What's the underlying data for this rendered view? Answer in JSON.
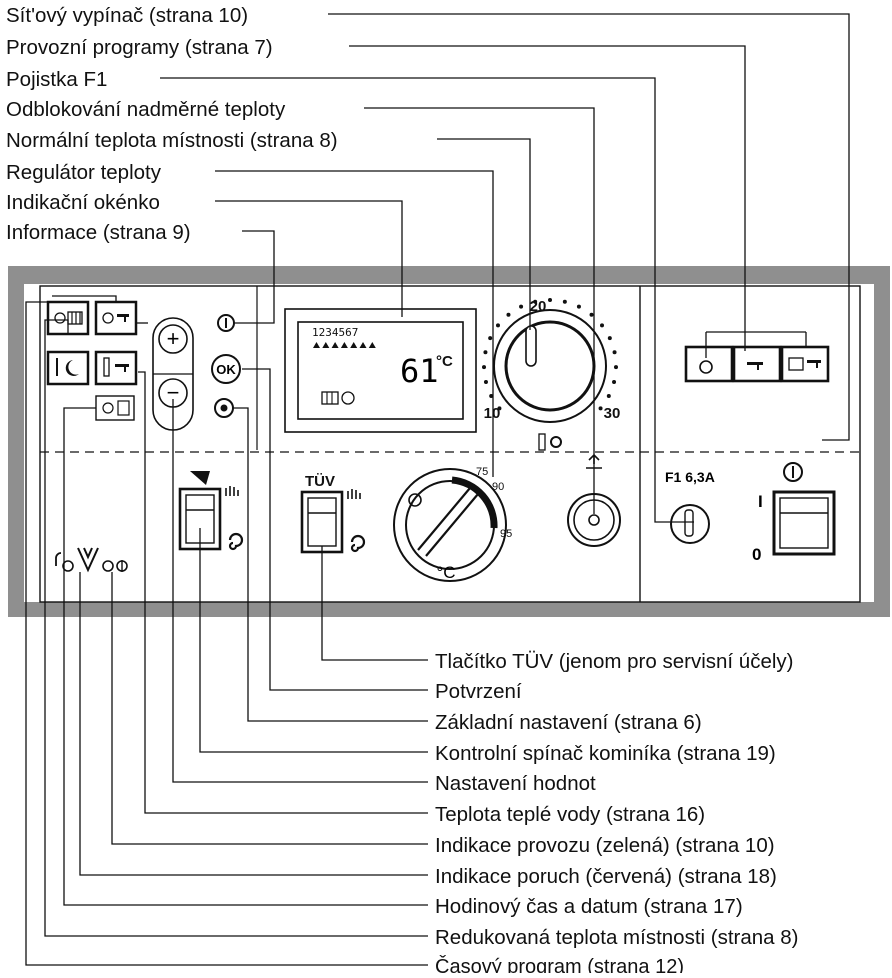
{
  "callouts_top": [
    "Sít'ový vypínač (strana 10)",
    "Provozní programy (strana 7)",
    "Pojistka F1",
    "Odblokování nadměrné teploty",
    "Normální teplota místnosti (strana 8)",
    "Regulátor teploty",
    "Indikační okénko",
    "Informace (strana 9)"
  ],
  "callouts_bottom": [
    "Tlačítko TÜV (jenom pro servisní účely)",
    "Potvrzení",
    "Základní nastavení (strana 6)",
    "Kontrolní spínač kominíka (strana 19)",
    "Nastavení hodnot",
    "Teplota teplé vody (strana 16)",
    "Indikace provozu (zelená) (strana 10)",
    "Indikace poruch (červená) (strana 18)",
    "Hodinový čas a datum (strana 17)",
    "Redukovaná teplota místnosti (strana 8)",
    "Časový program (strana 12)"
  ],
  "panel": {
    "display": {
      "days": "1234567",
      "value": "61",
      "unit": "°C"
    },
    "room_dial": {
      "mark_top": "20",
      "mark_left": "10",
      "mark_right": "30"
    },
    "tuv_label": "TÜV",
    "temp_dial": {
      "t75": "75",
      "t90": "90",
      "t95": "95",
      "unit": "°C"
    },
    "ok_label": "OK",
    "plus_label": "+",
    "minus_label": "−",
    "fuse_label": "F1 6,3A",
    "switch_on": "I",
    "switch_off": "0"
  },
  "colors": {
    "panel_border": "#8f8f8f",
    "ink": "#111111"
  }
}
